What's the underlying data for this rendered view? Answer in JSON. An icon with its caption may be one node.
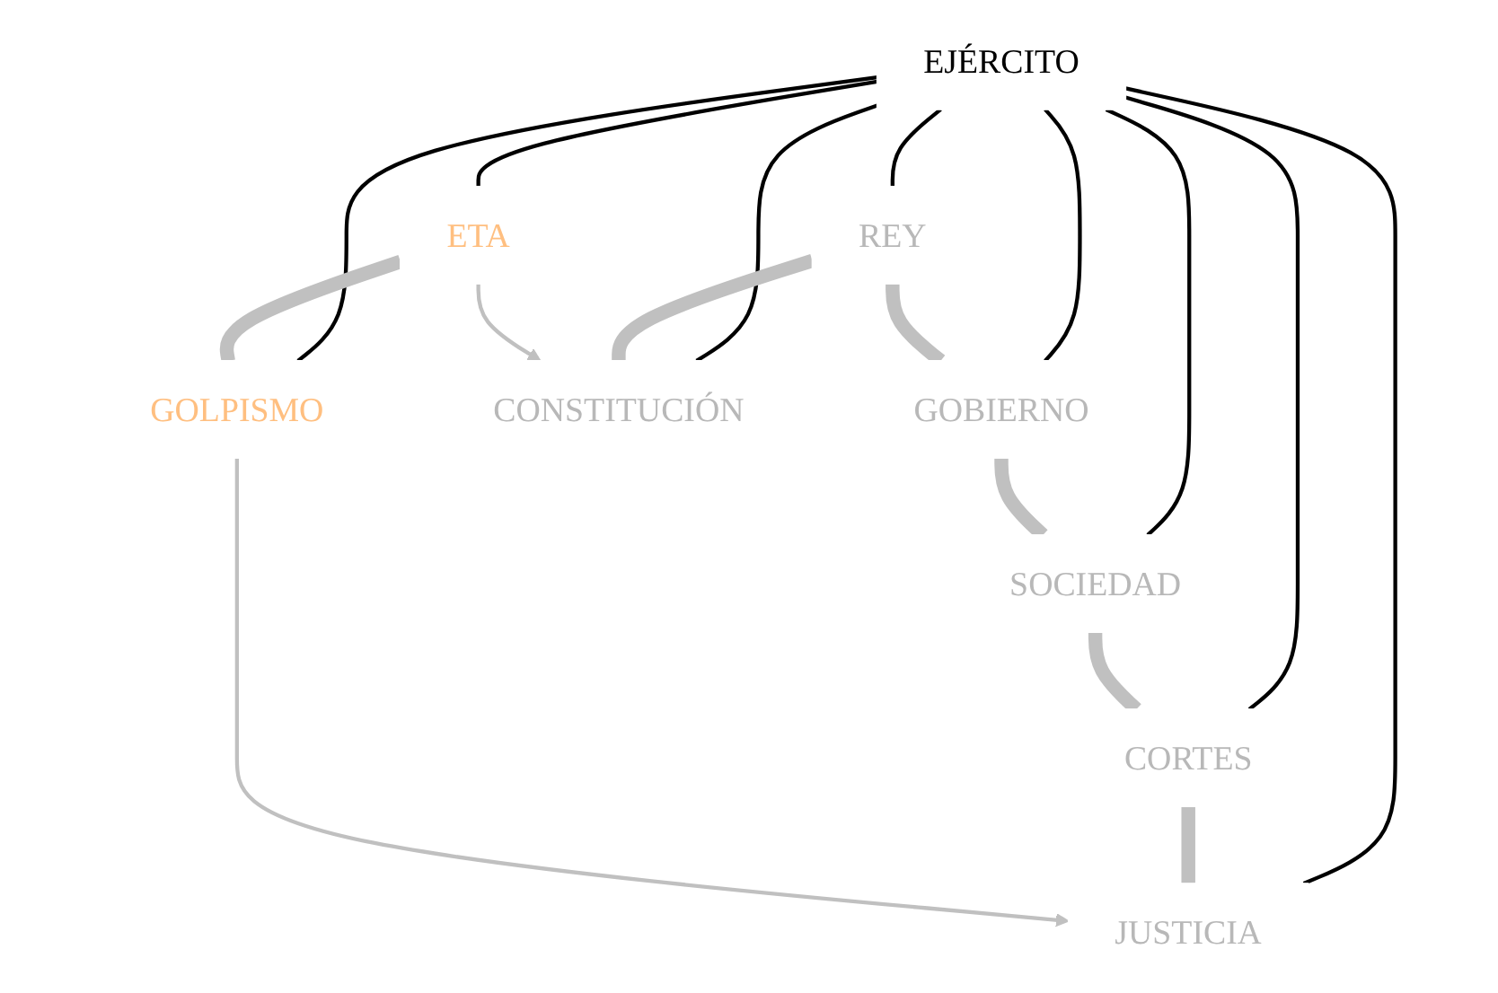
{
  "diagram": {
    "nodes": [
      {
        "text": [
          "REY"
        ]
      },
      {
        "text": [
          "GOBIERNO"
        ]
      },
      {
        "text": [
          "CONSTITUCIÓN"
        ]
      },
      {
        "text": [
          "SOCIEDAD"
        ]
      },
      {
        "text": [
          "EJÉRCITO"
        ]
      },
      {
        "text": [
          "ETA"
        ]
      },
      {
        "text": [
          "CORTES"
        ]
      },
      {
        "text": [
          "GOLPISMO"
        ]
      },
      {
        "text": [
          "JUSTICIA"
        ]
      }
    ],
    "edges": [
      {
        "from": 4,
        "to": 0,
        "arrow": "none"
      },
      {
        "from": 4,
        "to": 1,
        "arrow": "none"
      },
      {
        "from": 4,
        "to": 2,
        "arrow": "none"
      },
      {
        "from": 4,
        "to": 3,
        "arrow": "none"
      },
      {
        "from": 4,
        "to": 5,
        "arrow": "none"
      },
      {
        "from": 4,
        "to": 6,
        "arrow": "none"
      },
      {
        "from": 4,
        "to": 7,
        "arrow": "none"
      },
      {
        "from": 4,
        "to": 8,
        "arrow": "none"
      },
      {
        "from": 0,
        "to": 1,
        "arrow": "none",
        "style": "thick",
        "color": "#c0c0c0"
      },
      {
        "from": 0,
        "to": 2,
        "arrow": "none",
        "style": "thick",
        "color": "#c0c0c0"
      },
      {
        "from": 1,
        "to": 3,
        "arrow": "none",
        "style": "thick",
        "color": "#c0c0c0"
      },
      {
        "from": 3,
        "to": 6,
        "arrow": "none",
        "style": "thick",
        "color": "#c0c0c0"
      },
      {
        "from": 6,
        "to": 8,
        "arrow": "none",
        "style": "thick",
        "color": "#c0c0c0"
      },
      {
        "from": 5,
        "to": 7,
        "arrow": "none",
        "style": "thick",
        "color": "#c0c0c0"
      },
      {
        "from": 5,
        "to": 2,
        "arrow": "to",
        "color": "#c0c0c0"
      },
      {
        "from": 7,
        "to": 8,
        "arrow": "to",
        "color": "#c0c0c0"
      }
    ]
  }
}
